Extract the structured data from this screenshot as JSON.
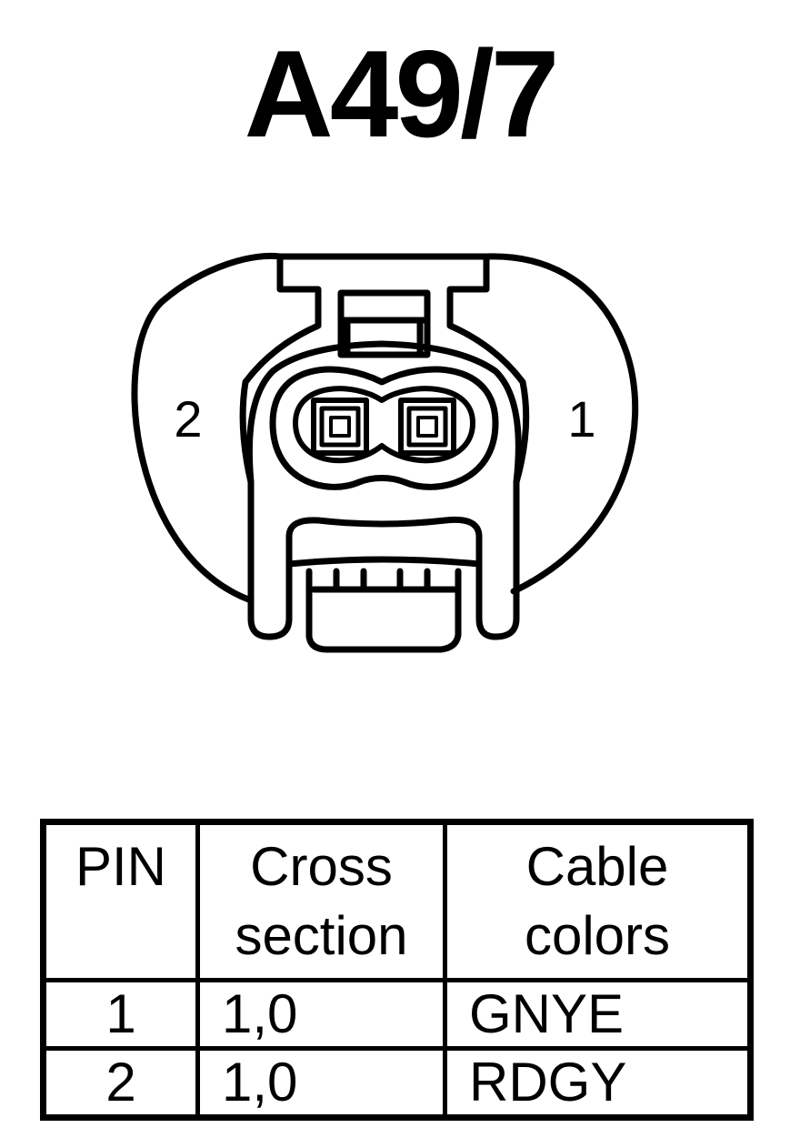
{
  "title": "A49/7",
  "connector": {
    "pin_labels": [
      {
        "pin": "2",
        "side": "left"
      },
      {
        "pin": "1",
        "side": "right"
      }
    ]
  },
  "table": {
    "headers": {
      "pin": "PIN",
      "cross_line1": "Cross",
      "cross_line2": "section",
      "color_line1": "Cable",
      "color_line2": "colors"
    },
    "rows": [
      {
        "pin": "1",
        "cross_section": "1,0",
        "color": "GNYE"
      },
      {
        "pin": "2",
        "cross_section": "1,0",
        "color": "RDGY"
      }
    ]
  }
}
